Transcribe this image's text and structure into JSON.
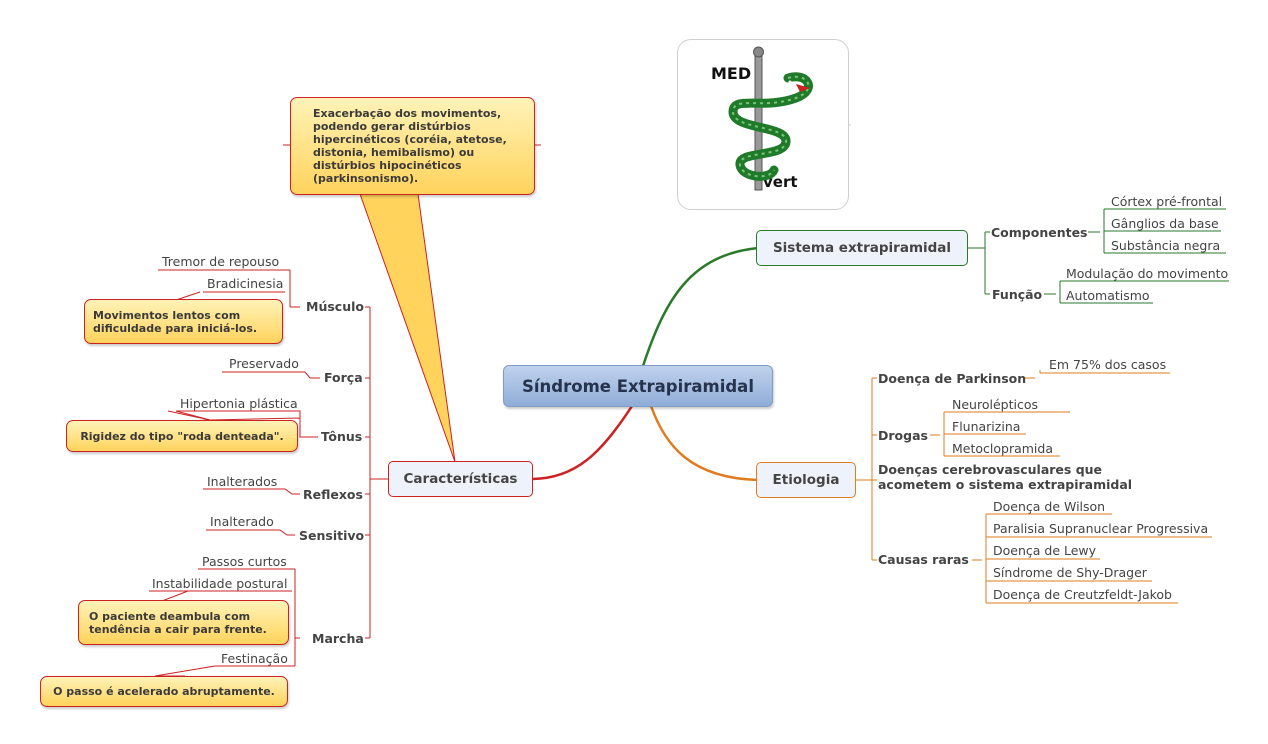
{
  "central": "Síndrome Extrapiramidal",
  "logo": {
    "top": "MED",
    "bottom": "vert"
  },
  "sistema": {
    "label": "Sistema extrapiramidal",
    "componentes": {
      "label": "Componentes",
      "items": [
        "Córtex pré-frontal",
        "Gânglios da base",
        "Substância negra"
      ]
    },
    "funcao": {
      "label": "Função",
      "items": [
        "Modulação do movimento",
        "Automatismo"
      ]
    }
  },
  "etiologia": {
    "label": "Etiologia",
    "parkinson": {
      "label": "Doença de Parkinson",
      "note": "Em 75% dos casos"
    },
    "drogas": {
      "label": "Drogas",
      "items": [
        "Neurolépticos",
        "Flunarizina",
        "Metoclopramida"
      ]
    },
    "cerebro": {
      "line1": "Doenças cerebrovasculares que",
      "line2": "acometem o sistema extrapiramidal"
    },
    "raras": {
      "label": "Causas raras",
      "items": [
        "Doença de Wilson",
        "Paralisia Supranuclear Progressiva",
        "Doença de Lewy",
        "Síndrome de Shy-Drager",
        "Doença de Creutzfeldt-Jakob"
      ]
    }
  },
  "caracteristicas": {
    "label": "Características",
    "callout": "Exacerbação dos movimentos, podendo gerar distúrbios hipercinéticos (coréia, atetose, distonia, hemibalismo) ou distúrbios hipocinéticos (parkinsonismo).",
    "musculo": {
      "label": "Músculo",
      "items": [
        "Tremor de repouso",
        "Bradicinesia"
      ],
      "note": "Movimentos lentos com dificuldade para iniciá-los."
    },
    "forca": {
      "label": "Força",
      "items": [
        "Preservado"
      ]
    },
    "tonus": {
      "label": "Tônus",
      "items": [
        "Hipertonia plástica"
      ],
      "note": "Rigidez do tipo \"roda denteada\"."
    },
    "reflexos": {
      "label": "Reflexos",
      "items": [
        "Inalterados"
      ]
    },
    "sensitivo": {
      "label": "Sensitivo",
      "items": [
        "Inalterado"
      ]
    },
    "marcha": {
      "label": "Marcha",
      "items": [
        "Passos curtos",
        "Instabilidade postural",
        "Festinação"
      ],
      "note1": "O paciente deambula com tendência a cair para frente.",
      "note2": "O passo é acelerado abruptamente."
    }
  },
  "colors": {
    "green": "#2a7a2a",
    "orange": "#e07b1f",
    "red": "#cc2222",
    "central": "#9fb8e0"
  }
}
